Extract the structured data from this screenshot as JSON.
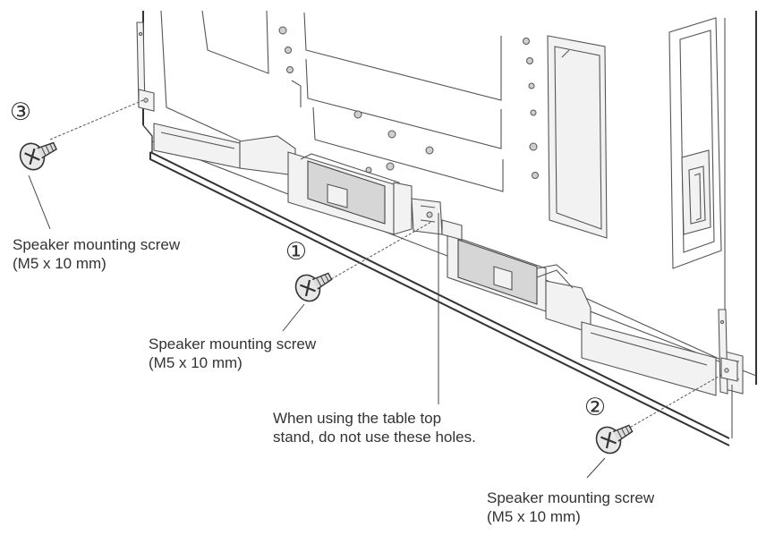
{
  "callouts": {
    "screw_1": {
      "number": "①",
      "line1": "Speaker mounting screw",
      "line2": "(M5 x 10 mm)"
    },
    "screw_2": {
      "number": "②",
      "line1": "Speaker mounting screw",
      "line2": "(M5 x 10 mm)"
    },
    "screw_3": {
      "number": "③",
      "line1": "Speaker mounting screw",
      "line2": "(M5 x 10 mm)"
    },
    "holes_note": {
      "line1": "When using the table top",
      "line2": "stand, do not use these holes."
    }
  }
}
